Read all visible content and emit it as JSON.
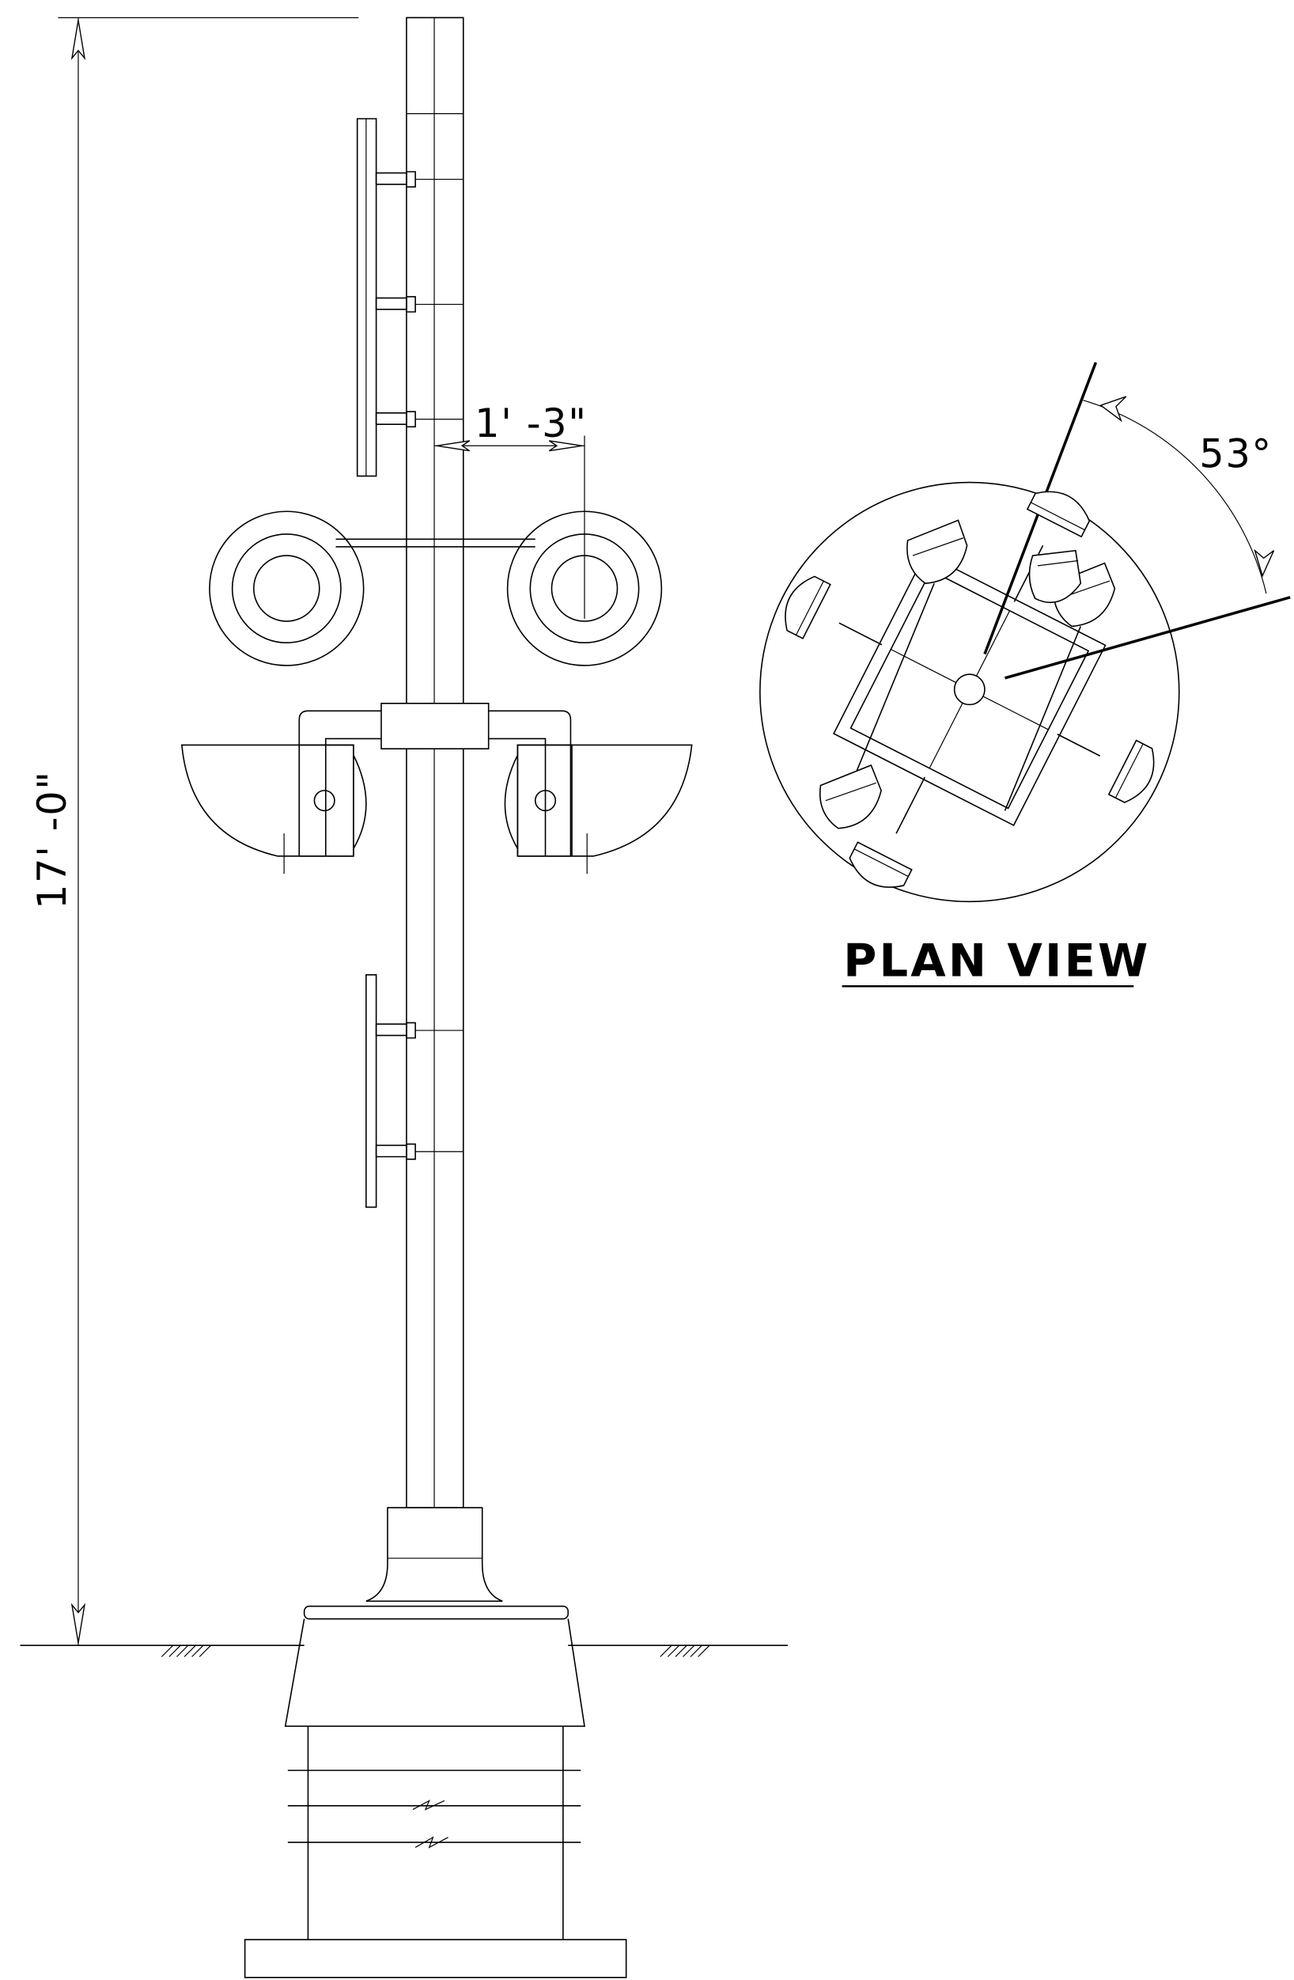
{
  "labels": {
    "height_dimension": "17' -0\"",
    "offset_dimension": "1' -3\"",
    "angle_dimension": "53°",
    "plan_view_title": "PLAN   VIEW"
  },
  "colors": {
    "ink": "#000000",
    "paper": "#ffffff"
  }
}
